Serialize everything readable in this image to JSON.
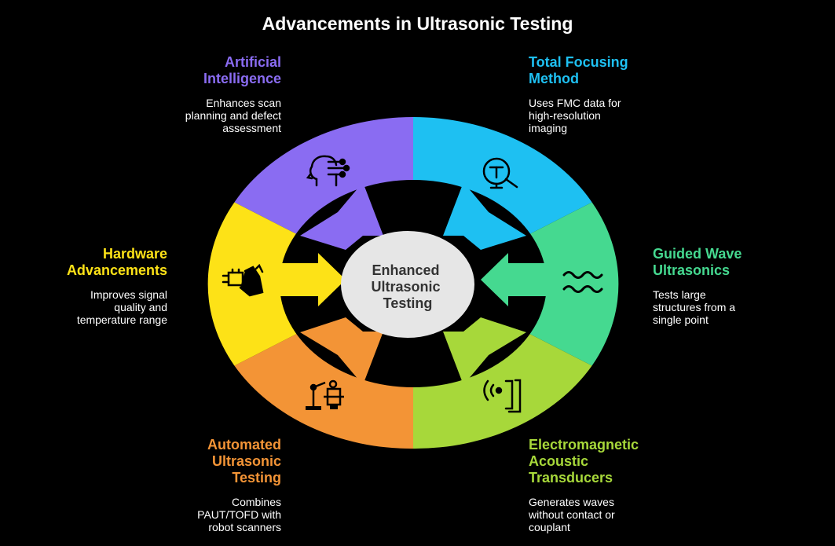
{
  "title": "Advancements in Ultrasonic Testing",
  "center": {
    "lines": [
      "Enhanced",
      "Ultrasonic",
      "Testing"
    ]
  },
  "colors": {
    "background": "#000000",
    "center_fill": "#e6e6e6",
    "center_text": "#333333",
    "ai": "#8a6cf2",
    "tfm": "#1ec0f2",
    "guided": "#45d990",
    "emat": "#a7d83a",
    "automated": "#f39436",
    "hardware": "#fde217"
  },
  "segments": [
    {
      "id": "ai",
      "title": "Artificial\nIntelligence",
      "description": "Enhances scan\nplanning and defect\nassessment",
      "icon": "ai-head-icon"
    },
    {
      "id": "tfm",
      "title": "Total Focusing\nMethod",
      "description": "Uses FMC data for\nhigh-resolution\nimaging",
      "icon": "magnifier-screen-icon"
    },
    {
      "id": "guided",
      "title": "Guided Wave\nUltrasonics",
      "description": "Tests large\nstructures from a\nsingle point",
      "icon": "wave-icon"
    },
    {
      "id": "emat",
      "title": "Electromagnetic\nAcoustic\nTransducers",
      "description": "Generates waves\nwithout contact or\ncouplant",
      "icon": "transducer-signal-icon"
    },
    {
      "id": "automated",
      "title": "Automated\nUltrasonic\nTesting",
      "description": "Combines\nPAUT/TOFD with\nrobot scanners",
      "icon": "robot-arm-icon"
    },
    {
      "id": "hardware",
      "title": "Hardware\nAdvancements",
      "description": "Improves signal\nquality and\ntemperature range",
      "icon": "hand-chip-icon"
    }
  ]
}
